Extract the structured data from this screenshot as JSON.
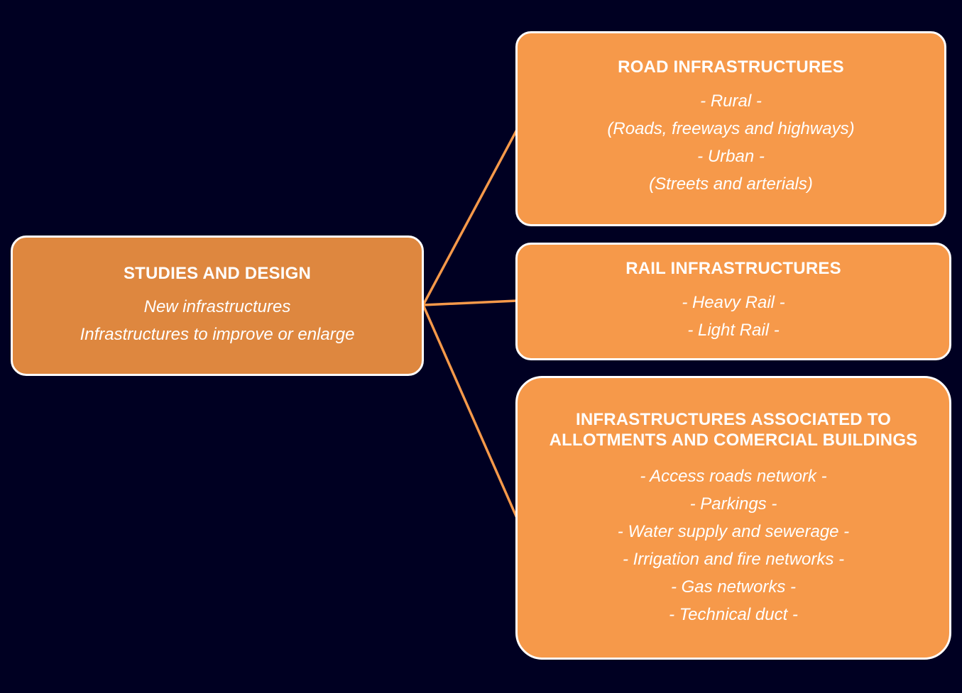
{
  "colors": {
    "background": "#000022",
    "root_fill": "#de873f",
    "child_fill": "#f6994a",
    "connector": "#f6994a",
    "border": "#ffffff",
    "text": "#ffffff"
  },
  "root": {
    "title": "STUDIES AND DESIGN",
    "lines": [
      "New infrastructures",
      "Infrastructures to improve or enlarge"
    ]
  },
  "children": [
    {
      "title": "ROAD INFRASTRUCTURES",
      "lines": [
        "- Rural -",
        "(Roads, freeways and highways)",
        "- Urban -",
        "(Streets and arterials)"
      ]
    },
    {
      "title": "RAIL INFRASTRUCTURES",
      "lines": [
        "- Heavy Rail -",
        "- Light Rail -"
      ]
    },
    {
      "title_lines": [
        "INFRASTRUCTURES ASSOCIATED TO",
        "ALLOTMENTS AND COMERCIAL BUILDINGS"
      ],
      "lines": [
        "- Access roads network -",
        "- Parkings -",
        "- Water supply and sewerage -",
        "- Irrigation and fire networks -",
        "- Gas networks -",
        "- Technical duct -"
      ]
    }
  ]
}
